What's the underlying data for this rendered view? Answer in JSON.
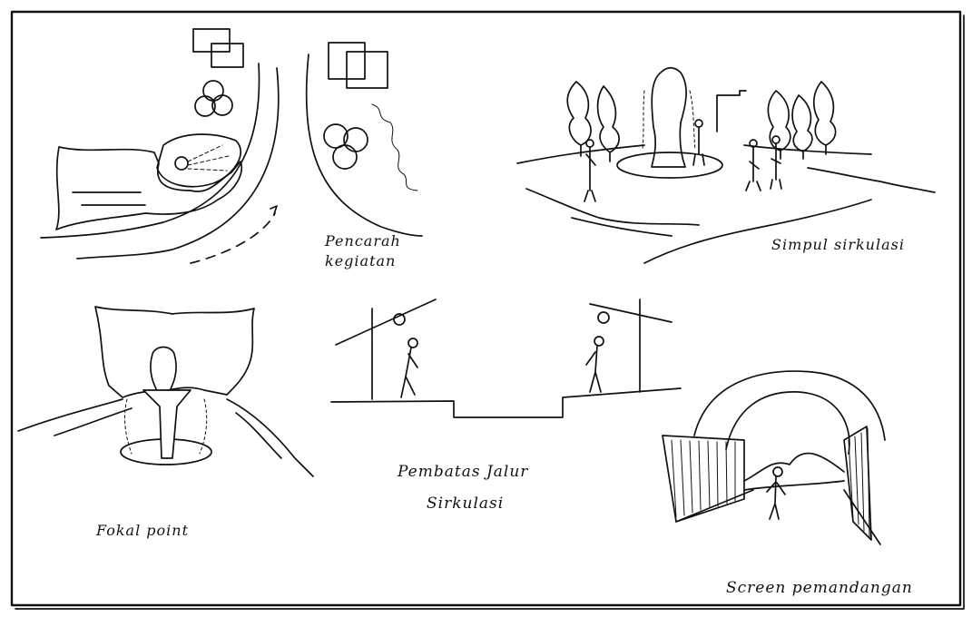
{
  "sketches": [
    {
      "id": "pengarah-kegiatan",
      "caption_lines": [
        "Pencarah",
        "kegiatan"
      ]
    },
    {
      "id": "simpul-sirkulasi",
      "caption_lines": [
        "Simpul sirkulasi"
      ]
    },
    {
      "id": "fokal-point",
      "caption_lines": [
        "Fokal point"
      ]
    },
    {
      "id": "pembatas-jalur-sirkulasi",
      "caption_lines": [
        "Pembatas Jalur",
        "Sirkulasi"
      ]
    },
    {
      "id": "screen-pemandangan",
      "caption_lines": [
        "Screen pemandangan"
      ]
    }
  ],
  "colors": {
    "ink": "#111111",
    "paper": "#ffffff"
  }
}
